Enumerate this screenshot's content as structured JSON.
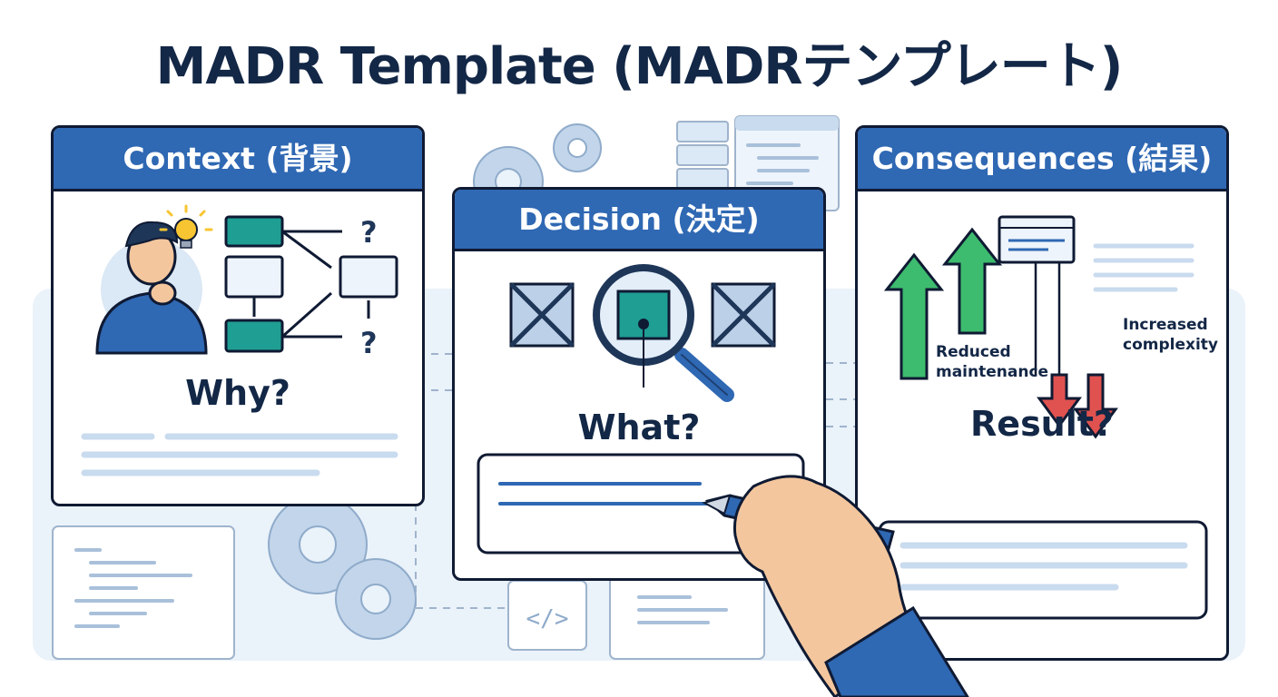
{
  "title": "MADR Template (MADRテンプレート)",
  "panels": {
    "context": {
      "header": "Context (背景)",
      "prompt": "Why?"
    },
    "decision": {
      "header": "Decision (決定)",
      "prompt": "What?"
    },
    "consequences": {
      "header": "Consequences (結果)",
      "prompt": "Result?",
      "positive_note": [
        "Reduced",
        "maintenance"
      ],
      "negative_note": [
        "Increased",
        "complexity"
      ]
    }
  },
  "colors": {
    "header_blue": "#2f68b3",
    "outline": "#0f1a33",
    "teal": "#1f9e93",
    "up_green": "#3dbb6e",
    "down_red": "#e0524f",
    "light_blue": "#dbe8f5"
  },
  "icons": [
    "lightbulb-icon",
    "question-mark-icon",
    "magnifier-icon",
    "gear-icon",
    "code-icon",
    "pen-icon"
  ]
}
